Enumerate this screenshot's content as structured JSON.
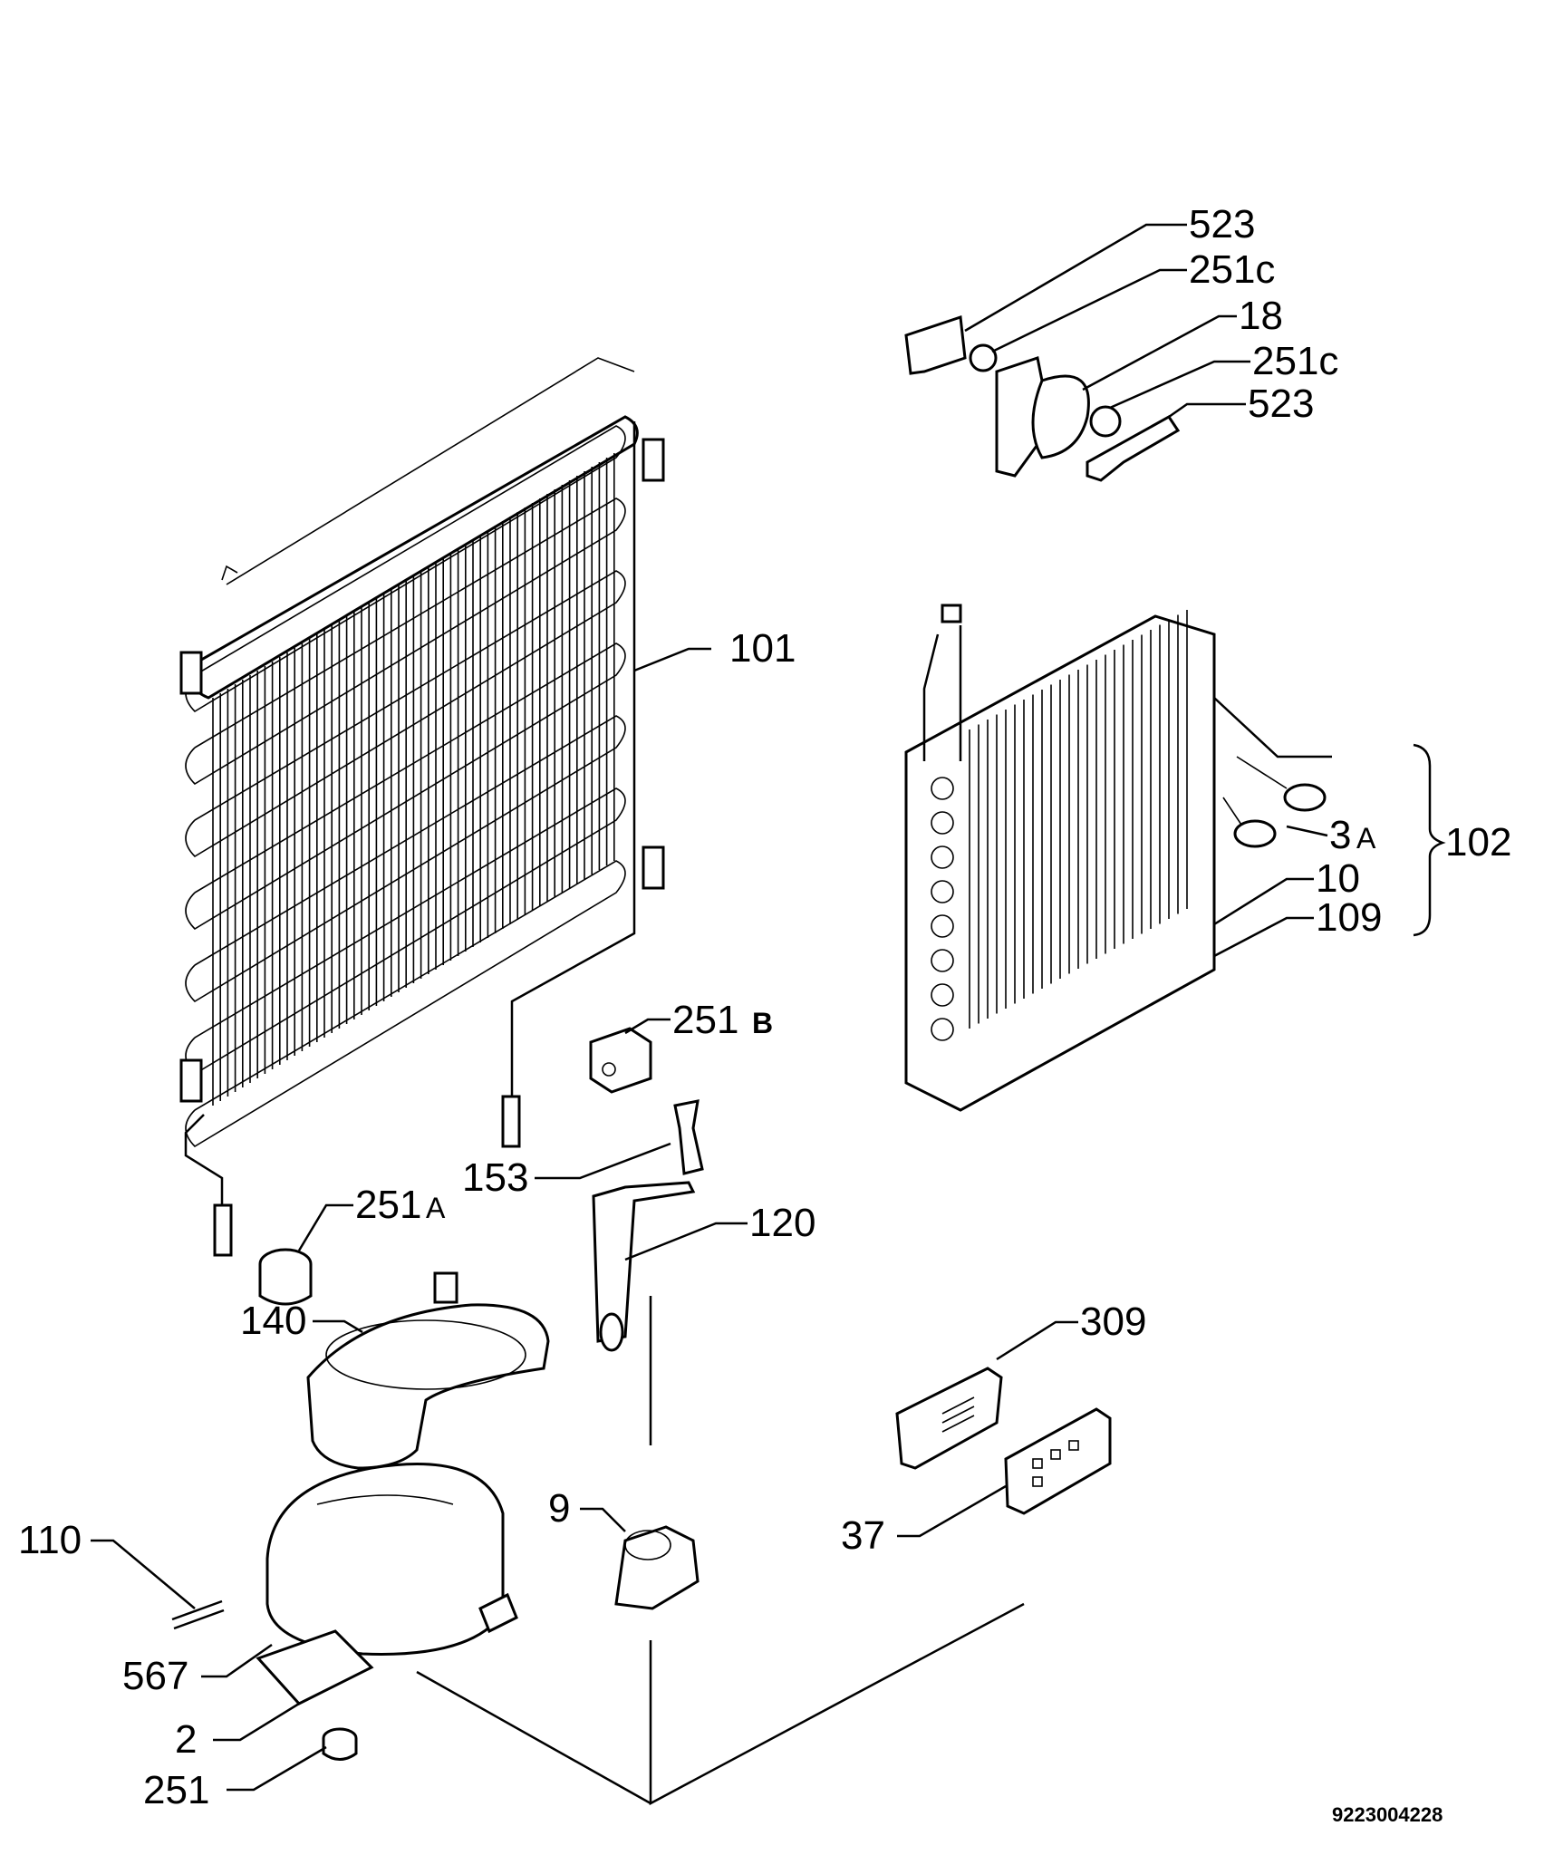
{
  "labels": {
    "l523a": "523",
    "l251c_a": "251c",
    "l18": "18",
    "l251c_b": "251c",
    "l523b": "523",
    "l101": "101",
    "l3": "3",
    "l3_sub": "A",
    "l102": "102",
    "l10": "10",
    "l109": "109",
    "l251b": "251",
    "l251b_sub": "B",
    "l153": "153",
    "l251a": "251",
    "l251a_sub": "A",
    "l120": "120",
    "l140": "140",
    "l309": "309",
    "l9": "9",
    "l37": "37",
    "l110": "110",
    "l567": "567",
    "l2": "2",
    "l251": "251"
  },
  "drawing_code": "9223004228"
}
